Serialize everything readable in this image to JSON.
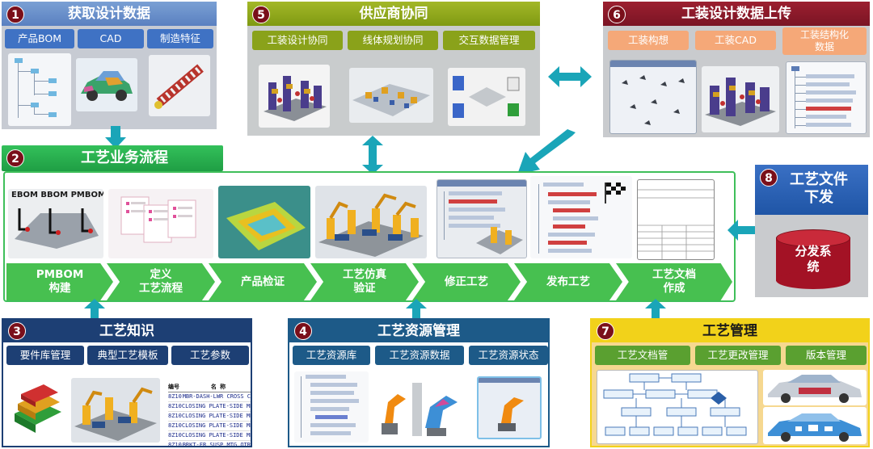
{
  "panel1": {
    "num": "1",
    "title": "获取设计数据",
    "tabs": [
      "产品BOM",
      "CAD",
      "制造特征"
    ]
  },
  "panel5": {
    "num": "5",
    "title": "供应商协同",
    "tabs": [
      "工装设计协同",
      "线体规划协同",
      "交互数据管理"
    ]
  },
  "panel6": {
    "num": "6",
    "title": "工装设计数据上传",
    "tabs": [
      "工装构想",
      "工装CAD",
      "工装结构化\n数据"
    ]
  },
  "panel2": {
    "num": "2",
    "title": "工艺业务流程",
    "image_caption": "EBOM BBOM PMBOM",
    "steps": [
      "PMBOM\n构建",
      "定义\n工艺流程",
      "产品检证",
      "工艺仿真\n验证",
      "修正工艺",
      "发布工艺",
      "工艺文档\n作成"
    ]
  },
  "panel8": {
    "num": "8",
    "title": "工艺文件\n下发",
    "drum_label": "分发系\n统"
  },
  "panel3": {
    "num": "3",
    "title": "工艺知识",
    "tabs": [
      "要件库管理",
      "典型工艺模板",
      "工艺参数"
    ],
    "table_headers": [
      "编号",
      "名 称"
    ],
    "table_rows": [
      [
        "8Z10",
        "MBR-DASH-LWR CROSS C"
      ],
      [
        "8Z10",
        "CLOSING PLATE-SIDE MB"
      ],
      [
        "8Z10",
        "CLOSING PLATE-SIDE MB"
      ],
      [
        "8Z10",
        "CLOSING PLATE-SIDE MB"
      ],
      [
        "8Z10",
        "CLOSING PLATE-SIDE MB"
      ],
      [
        "8Z10",
        "BRKT-FR SUSP MTG OTR"
      ]
    ]
  },
  "panel4": {
    "num": "4",
    "title": "工艺资源管理",
    "tabs": [
      "工艺资源库",
      "工艺资源数据",
      "工艺资源状态"
    ]
  },
  "panel7": {
    "num": "7",
    "title": "工艺管理",
    "tabs": [
      "工艺文档管",
      "工艺更改管理",
      "版本管理"
    ]
  },
  "colors": {
    "gray_blue": "#6c8cc0",
    "green": "#2fb04a",
    "chevron": "#47c050",
    "maroon": "#7a0f1a",
    "teal_arrow": "#1aa5b8",
    "pink": "#f5a878",
    "yellow": "#f2d21a",
    "navy": "#1d3f74"
  }
}
